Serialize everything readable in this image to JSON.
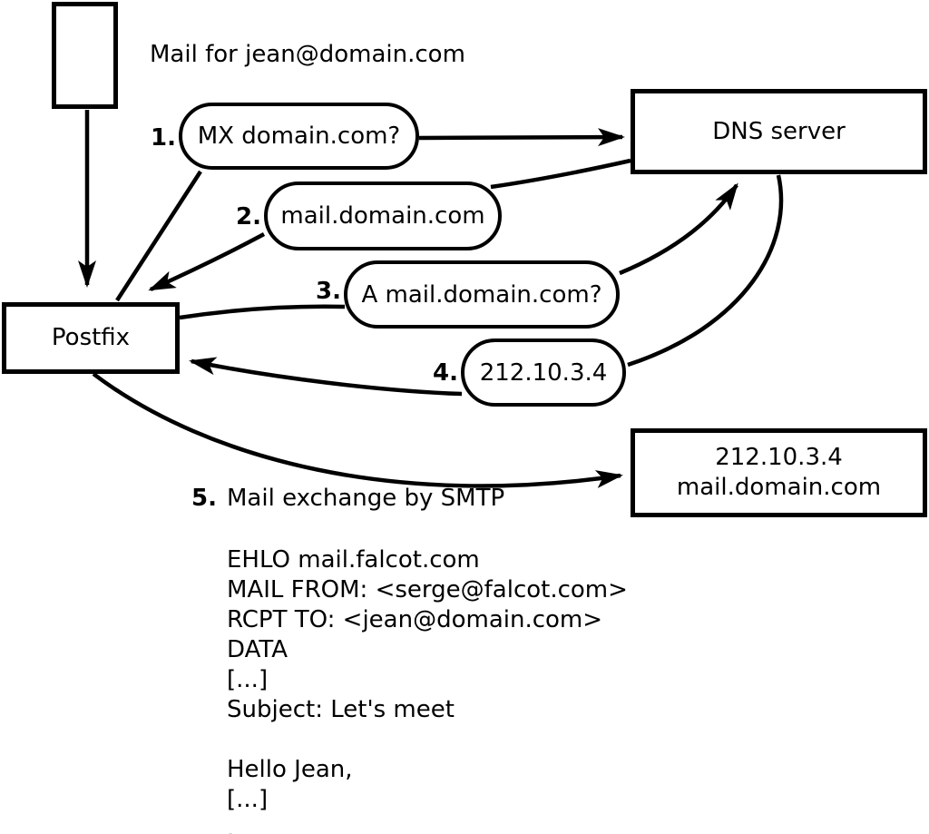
{
  "colors": {
    "ink": "#000000",
    "background": "#ffffff"
  },
  "mail_note": "Mail for jean@domain.com",
  "nodes": {
    "postfix": {
      "label": "Postfix"
    },
    "dns": {
      "label": "DNS server"
    },
    "mail_server": {
      "ip": "212.10.3.4",
      "hostname": "mail.domain.com"
    }
  },
  "steps": [
    {
      "num": "1.",
      "label": "MX domain.com?"
    },
    {
      "num": "2.",
      "label": "mail.domain.com"
    },
    {
      "num": "3.",
      "label": "A mail.domain.com?"
    },
    {
      "num": "4.",
      "label": "212.10.3.4"
    },
    {
      "num": "5.",
      "label": "Mail exchange by SMTP"
    }
  ],
  "smtp": {
    "lines": [
      "EHLO mail.falcot.com",
      "MAIL FROM: <serge@falcot.com>",
      "RCPT TO: <jean@domain.com>",
      "DATA",
      "[...]",
      "Subject: Let's meet",
      "",
      "Hello Jean,",
      "[...]",
      "."
    ]
  }
}
